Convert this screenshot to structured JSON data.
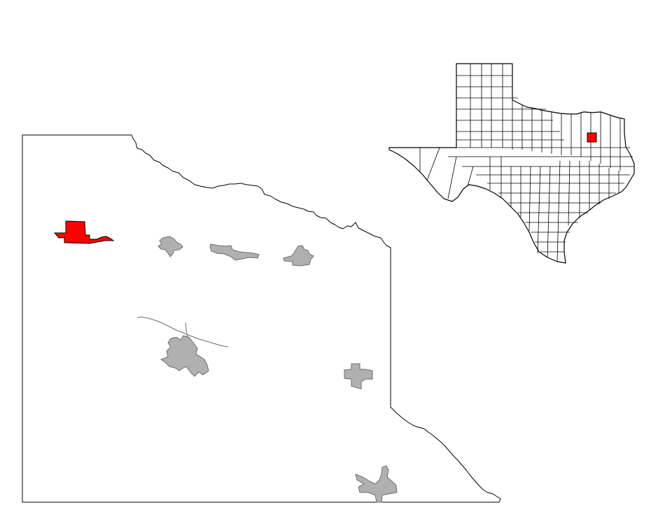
{
  "map": {
    "colors": {
      "background": "#ffffff",
      "boundary": "#000000",
      "highlight": "#ff0000",
      "place_fill": "#b0b0b0",
      "place_stroke": "#6e6e6e"
    },
    "layers": [
      "county-outline",
      "highlighted-place",
      "other-places",
      "texas-locator-inset"
    ]
  }
}
